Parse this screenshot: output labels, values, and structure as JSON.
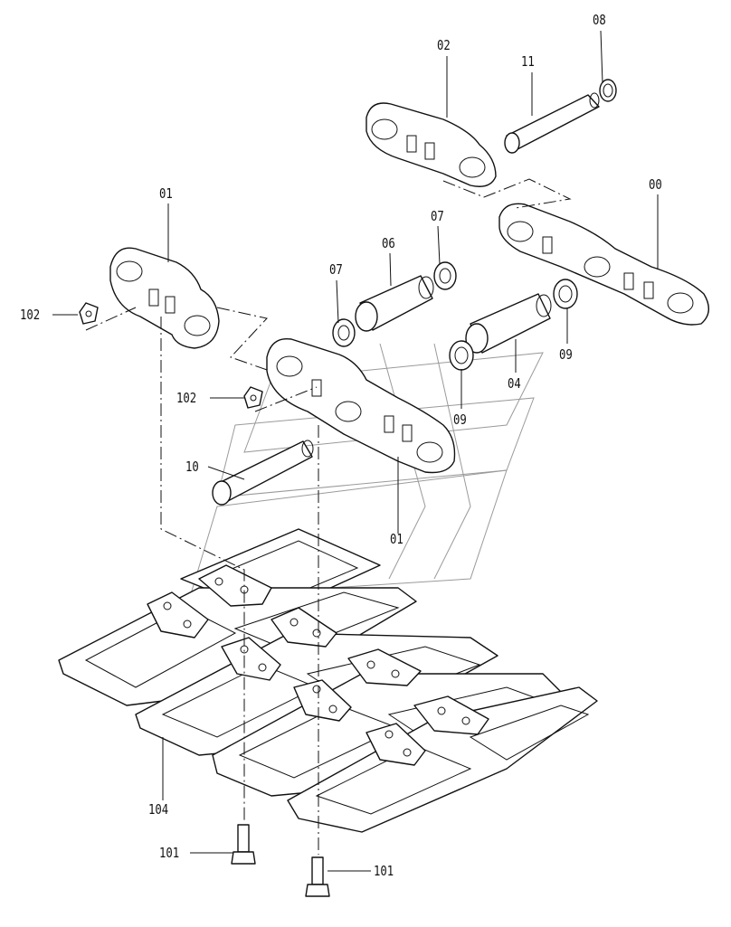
{
  "labels": {
    "p00": "00",
    "p01a": "01",
    "p01b": "01",
    "p02": "02",
    "p04": "04",
    "p06": "06",
    "p07a": "07",
    "p07b": "07",
    "p08": "08",
    "p09a": "09",
    "p09b": "09",
    "p10": "10",
    "p11": "11",
    "p101a": "101",
    "p101b": "101",
    "p102a": "102",
    "p102b": "102",
    "p104": "104"
  }
}
